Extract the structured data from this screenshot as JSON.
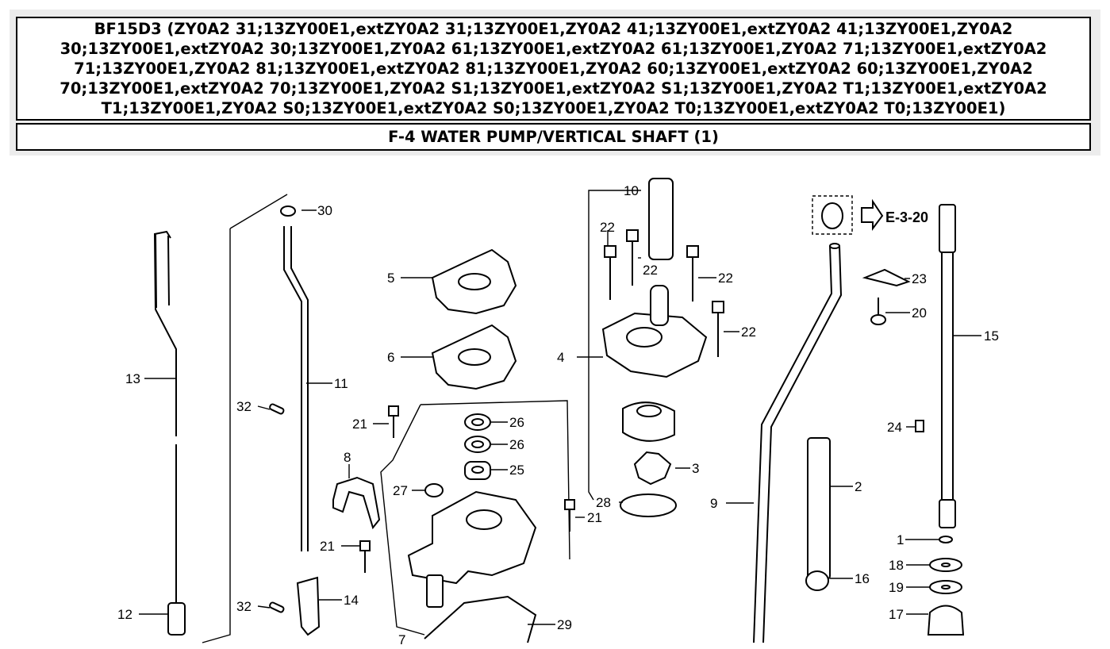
{
  "header": {
    "title": "BF15D3 (ZY0A2 31;13ZY00E1,extZY0A2 31;13ZY00E1,ZY0A2 41;13ZY00E1,extZY0A2 41;13ZY00E1,ZY0A2 30;13ZY00E1,extZY0A2 30;13ZY00E1,ZY0A2 61;13ZY00E1,extZY0A2 61;13ZY00E1,ZY0A2 71;13ZY00E1,extZY0A2 71;13ZY00E1,ZY0A2 81;13ZY00E1,extZY0A2 81;13ZY00E1,ZY0A2 60;13ZY00E1,extZY0A2 60;13ZY00E1,ZY0A2 70;13ZY00E1,extZY0A2 70;13ZY00E1,ZY0A2 S1;13ZY00E1,extZY0A2 S1;13ZY00E1,ZY0A2 T1;13ZY00E1,extZY0A2 T1;13ZY00E1,ZY0A2 S0;13ZY00E1,extZY0A2 S0;13ZY00E1,ZY0A2 T0;13ZY00E1,extZY0A2 T0;13ZY00E1)",
    "subtitle": "F-4 WATER PUMP/VERTICAL SHAFT (1)"
  },
  "diagram": {
    "reference": "E-3-20",
    "labels": {
      "p1": "1",
      "p2": "2",
      "p3": "3",
      "p4": "4",
      "p5": "5",
      "p6": "6",
      "p7": "7",
      "p8": "8",
      "p9": "9",
      "p10": "10",
      "p11": "11",
      "p12": "12",
      "p13": "13",
      "p14": "14",
      "p15": "15",
      "p16": "16",
      "p17": "17",
      "p18": "18",
      "p19": "19",
      "p20": "20",
      "p21": "21",
      "p22": "22",
      "p23": "23",
      "p24": "24",
      "p25": "25",
      "p26": "26",
      "p27": "27",
      "p28": "28",
      "p29": "29",
      "p30": "30",
      "p32": "32",
      "p31": "21"
    }
  }
}
